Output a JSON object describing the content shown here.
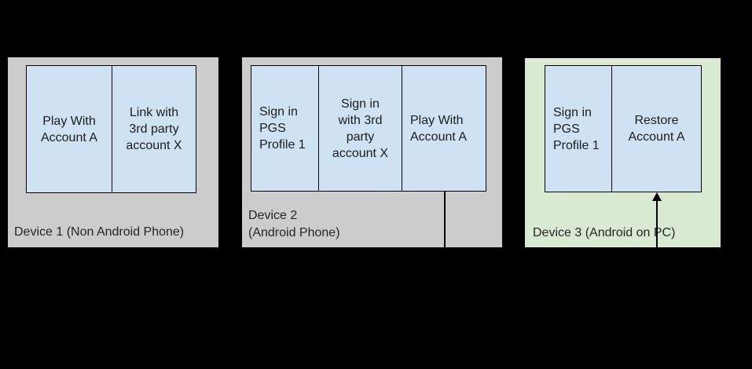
{
  "canvas": {
    "background": "#000000",
    "box_fill": "#cfe2f3",
    "box_border": "#000000",
    "text_color": "#1c1c1c"
  },
  "devices": [
    {
      "label": "Device 1 (Non Android Phone)",
      "fill": "#cccccc",
      "boxes": [
        {
          "text": "Play With\nAccount A"
        },
        {
          "text": "Link with\n3rd party\naccount X"
        }
      ]
    },
    {
      "label": "Device 2\n(Android Phone)",
      "fill": "#cccccc",
      "boxes": [
        {
          "text": "Sign in\nPGS\nProfile 1"
        },
        {
          "text": "Sign in\nwith 3rd\nparty\naccount X"
        },
        {
          "text": "Play With\nAccount A"
        }
      ]
    },
    {
      "label": "Device 3 (Android on PC)",
      "fill": "#d9ead3",
      "boxes": [
        {
          "text": "Sign in\nPGS\nProfile 1"
        },
        {
          "text": "Restore\nAccount A"
        }
      ]
    }
  ],
  "connector": {
    "from": "Play With Account A (Device 2, line down from bottom)",
    "to": "Restore Account A (Device 3, arrow up into bottom)",
    "color": "#000000"
  }
}
